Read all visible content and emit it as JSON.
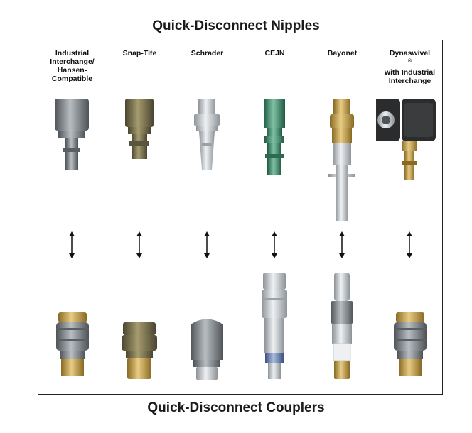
{
  "titles": {
    "nipples": "Quick-Disconnect Nipples",
    "couplers": "Quick-Disconnect Couplers"
  },
  "columns": [
    {
      "lines": [
        "Industrial",
        "Interchange/",
        "Hansen-",
        "Compatible"
      ]
    },
    {
      "lines": [
        "Snap-Tite"
      ]
    },
    {
      "lines": [
        "Schrader"
      ]
    },
    {
      "lines": [
        "CEJN"
      ]
    },
    {
      "lines": [
        "Bayonet"
      ]
    },
    {
      "lines": [
        "Dynaswivel",
        "with Industrial",
        "Interchange"
      ],
      "reg": "®"
    }
  ],
  "colors": {
    "steel": "#8a8f94",
    "steel_dark": "#4e5358",
    "brass": "#c9a34a",
    "brass_dark": "#8a6a22",
    "green": "#3d8a6a",
    "silver": "#c7ccd1",
    "blue": "#6f87b5",
    "black": "#222426"
  }
}
